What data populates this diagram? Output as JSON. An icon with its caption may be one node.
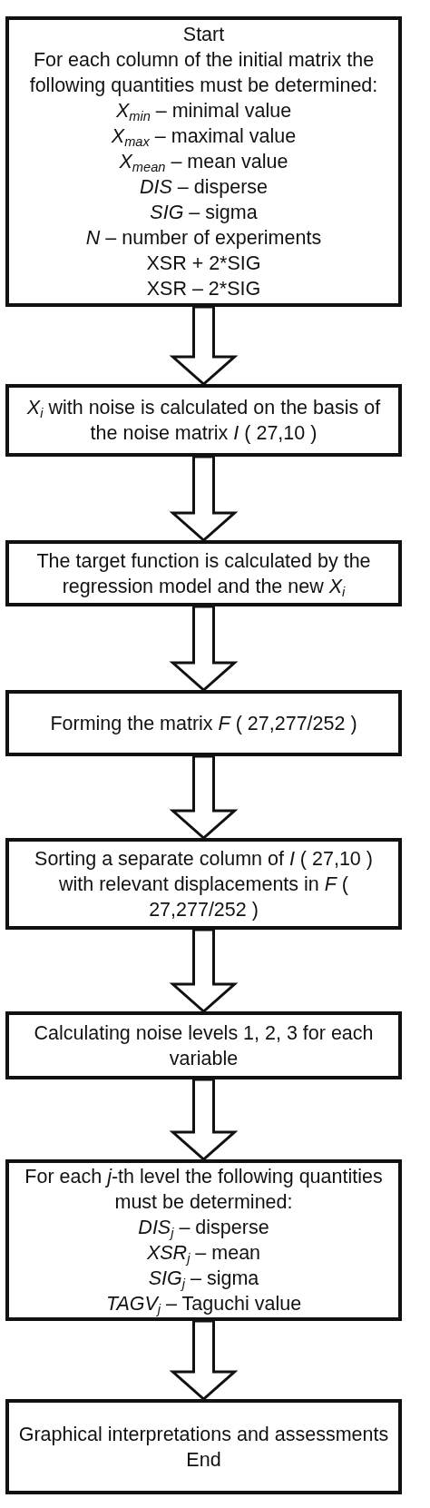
{
  "diagram": {
    "nodes": [
      {
        "text": [
          "Start",
          "For each column of the initial matrix the following quantities must be determined:",
          "*X*$_{min}$ – minimal value",
          "*X*$_{max}$ – maximal value",
          "*X*$_{mean}$ – mean value",
          "*DIS* – disperse",
          "*SIG* – sigma",
          "*N* – number of experiments",
          "XSR + 2*SIG",
          "XSR – 2*SIG"
        ]
      },
      {
        "text": [
          "*X*$_{i}$ with noise is calculated on the basis of the noise matrix *I* ( 27,10 )"
        ]
      },
      {
        "text": [
          "The target function is calculated by the regression model and the new *X*$_{i}$"
        ]
      },
      {
        "text": [
          "Forming the matrix *F* ( 27,277/252 )"
        ]
      },
      {
        "text": [
          "Sorting a separate column of *I* ( 27,10 ) with relevant displacements in *F* ( 27,277/252 )"
        ]
      },
      {
        "text": [
          "Calculating noise levels 1, 2, 3 for each variable"
        ]
      },
      {
        "text": [
          "For each *j*-th level the following quantities must be determined:",
          "*DIS*$_{j}$ – disperse",
          "*XSR*$_{j}$ – mean",
          "*SIG*$_{j}$ – sigma",
          "*TAGV*$_{j}$ – Taguchi value"
        ]
      },
      {
        "text": [
          "Graphical interpretations and assessments",
          "End"
        ]
      }
    ],
    "edges": [
      {
        "from": 0,
        "to": 1,
        "arrow": "to"
      },
      {
        "from": 1,
        "to": 2,
        "arrow": "to"
      },
      {
        "from": 2,
        "to": 3,
        "arrow": "to"
      },
      {
        "from": 3,
        "to": 4,
        "arrow": "to"
      },
      {
        "from": 4,
        "to": 5,
        "arrow": "to"
      },
      {
        "from": 5,
        "to": 6,
        "arrow": "to"
      },
      {
        "from": 6,
        "to": 7,
        "arrow": "to"
      }
    ]
  }
}
